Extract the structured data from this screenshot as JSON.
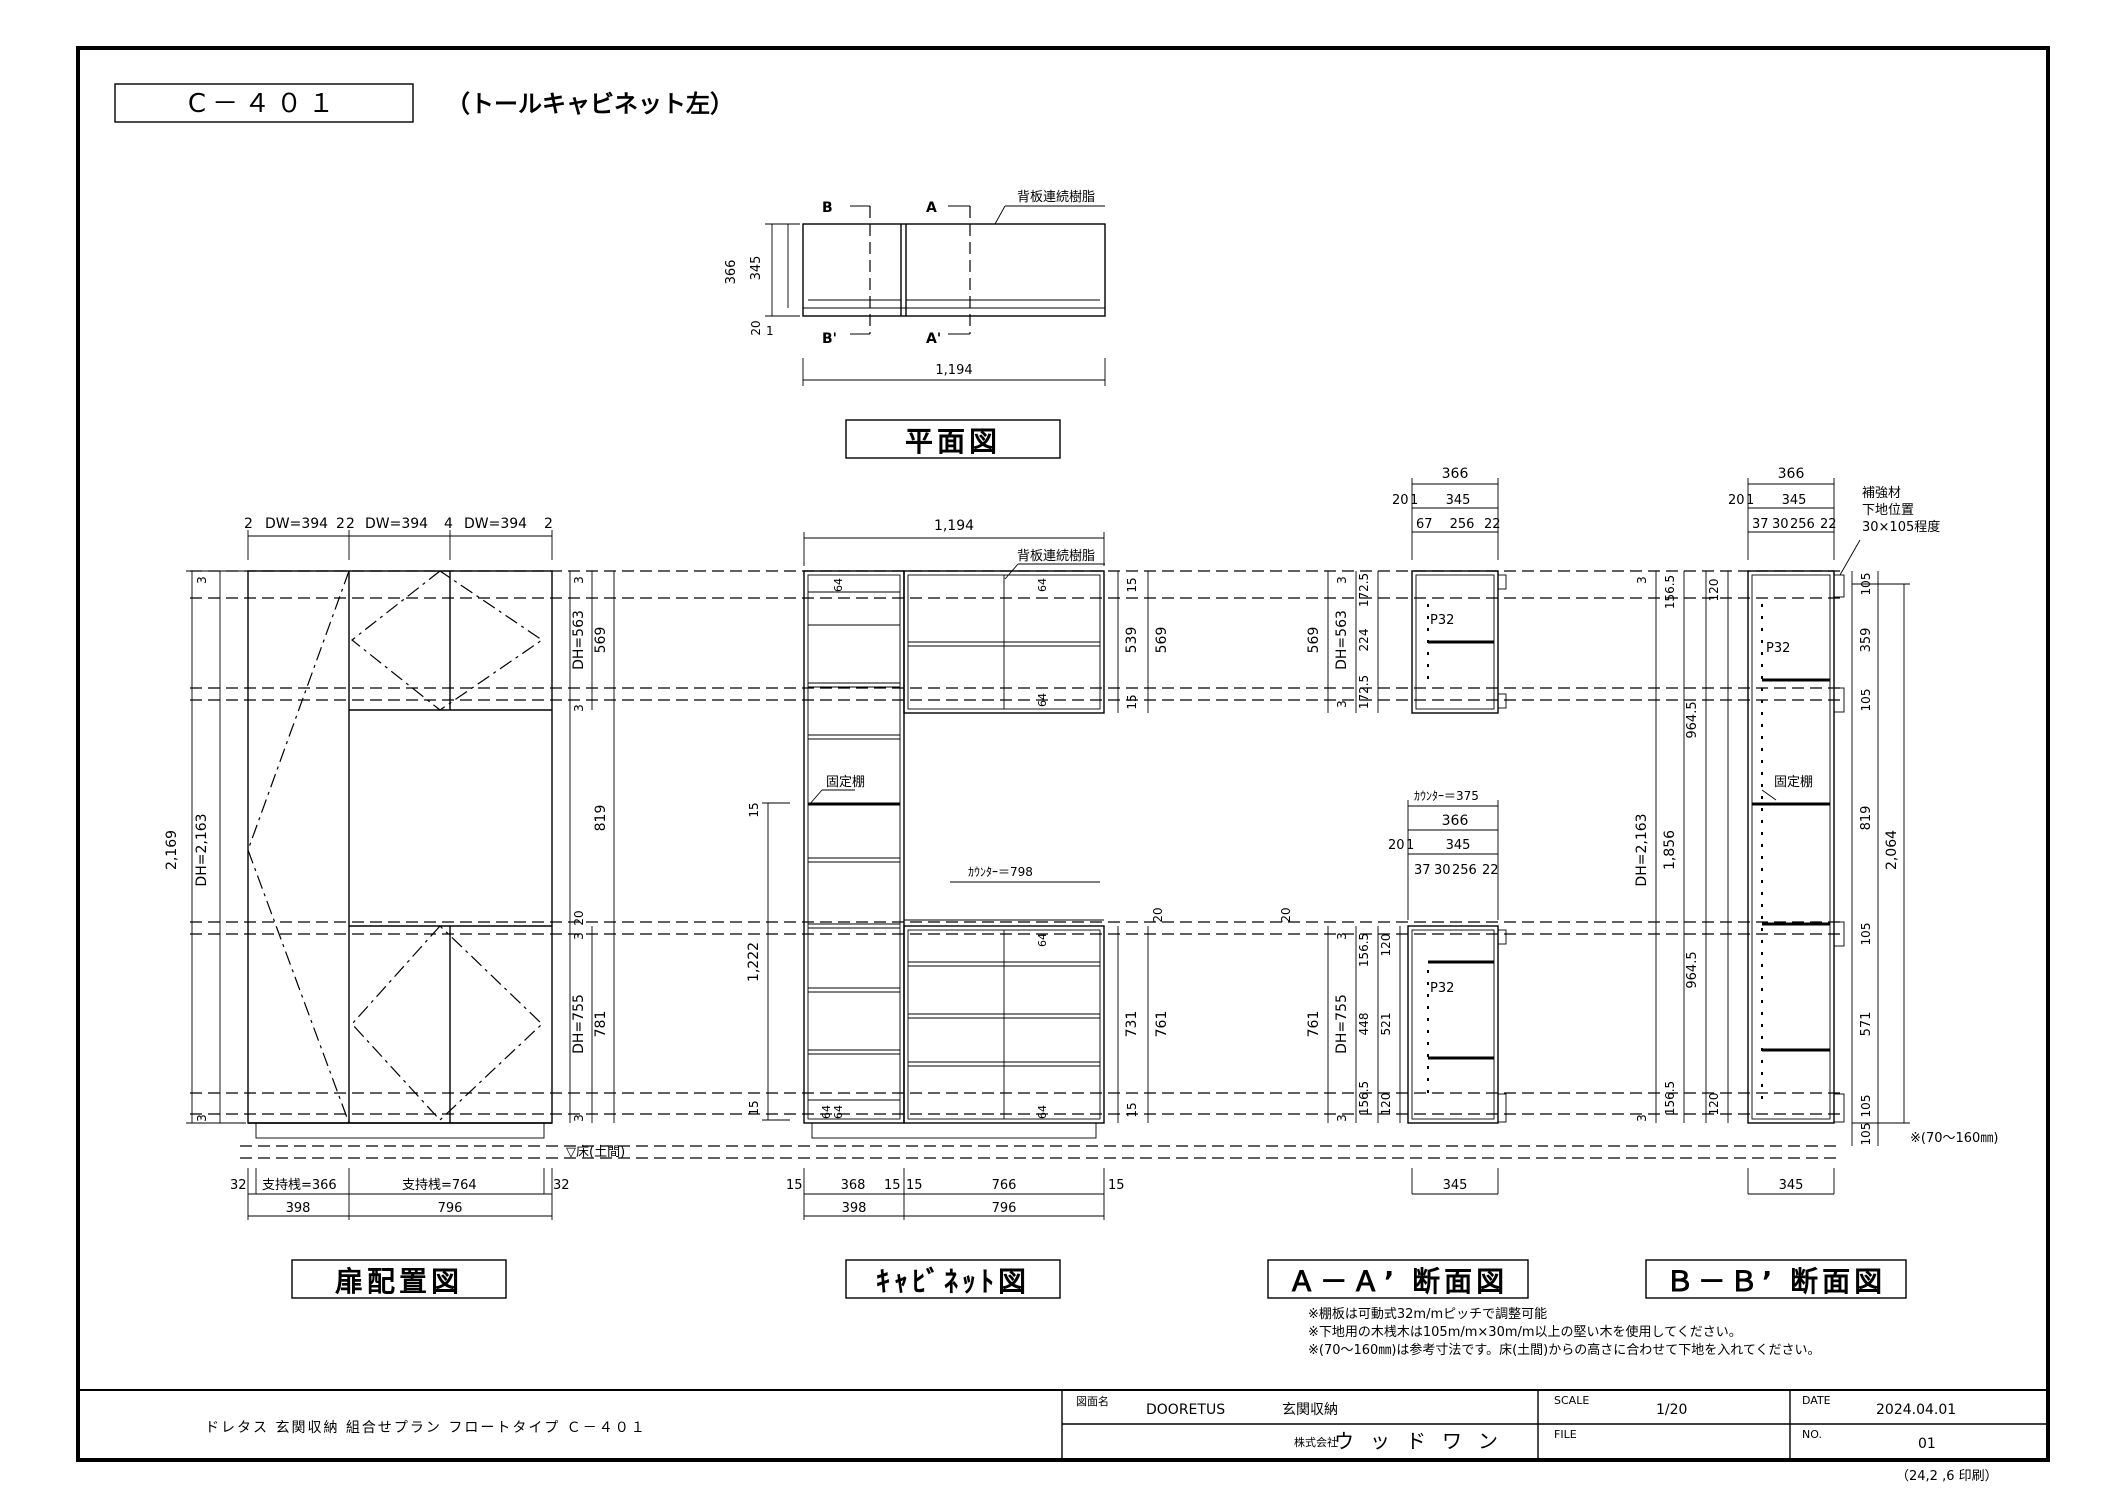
{
  "header": {
    "drawing_id": "C－４０１",
    "subtitle": "（トールキャビネット左）"
  },
  "plan_view": {
    "label": "平面図",
    "section_b": "B",
    "section_b_prime": "B'",
    "section_a": "A",
    "section_a_prime": "A'",
    "note": "背板連続樹脂",
    "dim_366": "366",
    "dim_345": "345",
    "dim_20": "20",
    "dim_1": "1",
    "dim_width": "1,194"
  },
  "door_view": {
    "label": "扉配置図",
    "top_dims": [
      "2",
      "DW=394",
      "2",
      "2",
      "DW=394",
      "4",
      "DW=394",
      "2"
    ],
    "height_total": "2,169",
    "dh_total": "DH=2,163",
    "right_dims": [
      "3",
      "DH=563",
      "569",
      "3",
      "819",
      "20",
      "3",
      "DH=755",
      "781",
      "3"
    ],
    "left_3_top": "3",
    "left_3_bottom": "3",
    "bottom_dims": [
      "32",
      "支持桟=366",
      "支持桟=764",
      "32"
    ],
    "bottom_widths": [
      "398",
      "796"
    ],
    "floor_label": "▽床(土間)"
  },
  "cabinet_view": {
    "label": "ｷｬﾋﾞﾈｯﾄ図",
    "width": "1,194",
    "note": "背板連続樹脂",
    "fixed_shelf": "固定棚",
    "counter": "ｶｳﾝﾀｰ＝798",
    "left_dims": [
      "15",
      "1,222",
      "15"
    ],
    "inner_top": [
      "64",
      "64",
      "64"
    ],
    "inner_bottom": [
      "64",
      "64",
      "64",
      "64"
    ],
    "right_dims": [
      "15",
      "539",
      "569",
      "15",
      "20",
      "731",
      "761",
      "15"
    ],
    "bottom_dims": [
      "15",
      "368",
      "15",
      "15",
      "766",
      "15"
    ],
    "bottom_widths": [
      "398",
      "796"
    ]
  },
  "section_aa": {
    "label": "Ａ－Ａ’ 断面図",
    "top_366": "366",
    "top_20": "20",
    "top_1": "1",
    "top_345": "345",
    "top_split": [
      "67",
      "256",
      "22"
    ],
    "upper_left_dims": [
      "569",
      "DH=563",
      "3",
      "172.5",
      "224",
      "172.5",
      "3"
    ],
    "pitch_label": "P32",
    "counter": "ｶｳﾝﾀｰ＝375",
    "mid_366": "366",
    "mid_20": "20",
    "mid_1": "1",
    "mid_345": "345",
    "mid_split": [
      "37",
      "30",
      "256",
      "22"
    ],
    "lower_left_dims": [
      "20",
      "761",
      "DH=755",
      "3",
      "156.5",
      "448",
      "156.5",
      "3",
      "120",
      "521",
      "120"
    ],
    "bottom_width": "345"
  },
  "section_bb": {
    "label": "Ｂ－Ｂ’ 断面図",
    "top_366": "366",
    "top_20": "20",
    "top_1": "1",
    "top_345": "345",
    "top_split": [
      "37",
      "30",
      "256",
      "22"
    ],
    "reinforcement": [
      "補強材",
      "下地位置",
      "30×105程度"
    ],
    "left_dims": [
      "3",
      "156.5",
      "DH=2,163",
      "1,856",
      "964.5",
      "964.5",
      "156.5",
      "3",
      "120",
      "120"
    ],
    "right_dims": [
      "105",
      "359",
      "105",
      "819",
      "2,064",
      "105",
      "571",
      "105",
      "105"
    ],
    "pitch_label": "P32",
    "fixed_shelf": "固定棚",
    "floor_gap": "※(70～160㎜)",
    "bottom_width": "345"
  },
  "notes": [
    "※棚板は可動式32m/mピッチで調整可能",
    "※下地用の木桟木は105m/m×30m/m以上の堅い木を使用してください。",
    "※(70～160㎜)は参考寸法です。床(土間)からの高さに合わせて下地を入れてください。"
  ],
  "title_block": {
    "project": "ドレタス 玄関収納 組合せプラン フロートタイプ Ｃ－４０１",
    "drawing_name_label": "図面名",
    "drawing_name": "DOORETUS",
    "drawing_name_jp": "玄関収納",
    "company_prefix": "株式会社",
    "company": "ウッドワン",
    "scale_label": "SCALE",
    "scale": "1/20",
    "file_label": "FILE",
    "file": "",
    "date_label": "DATE",
    "date": "2024.04.01",
    "no_label": "NO.",
    "no": "01",
    "print_stamp": "（24,2 ,6 印刷）"
  }
}
